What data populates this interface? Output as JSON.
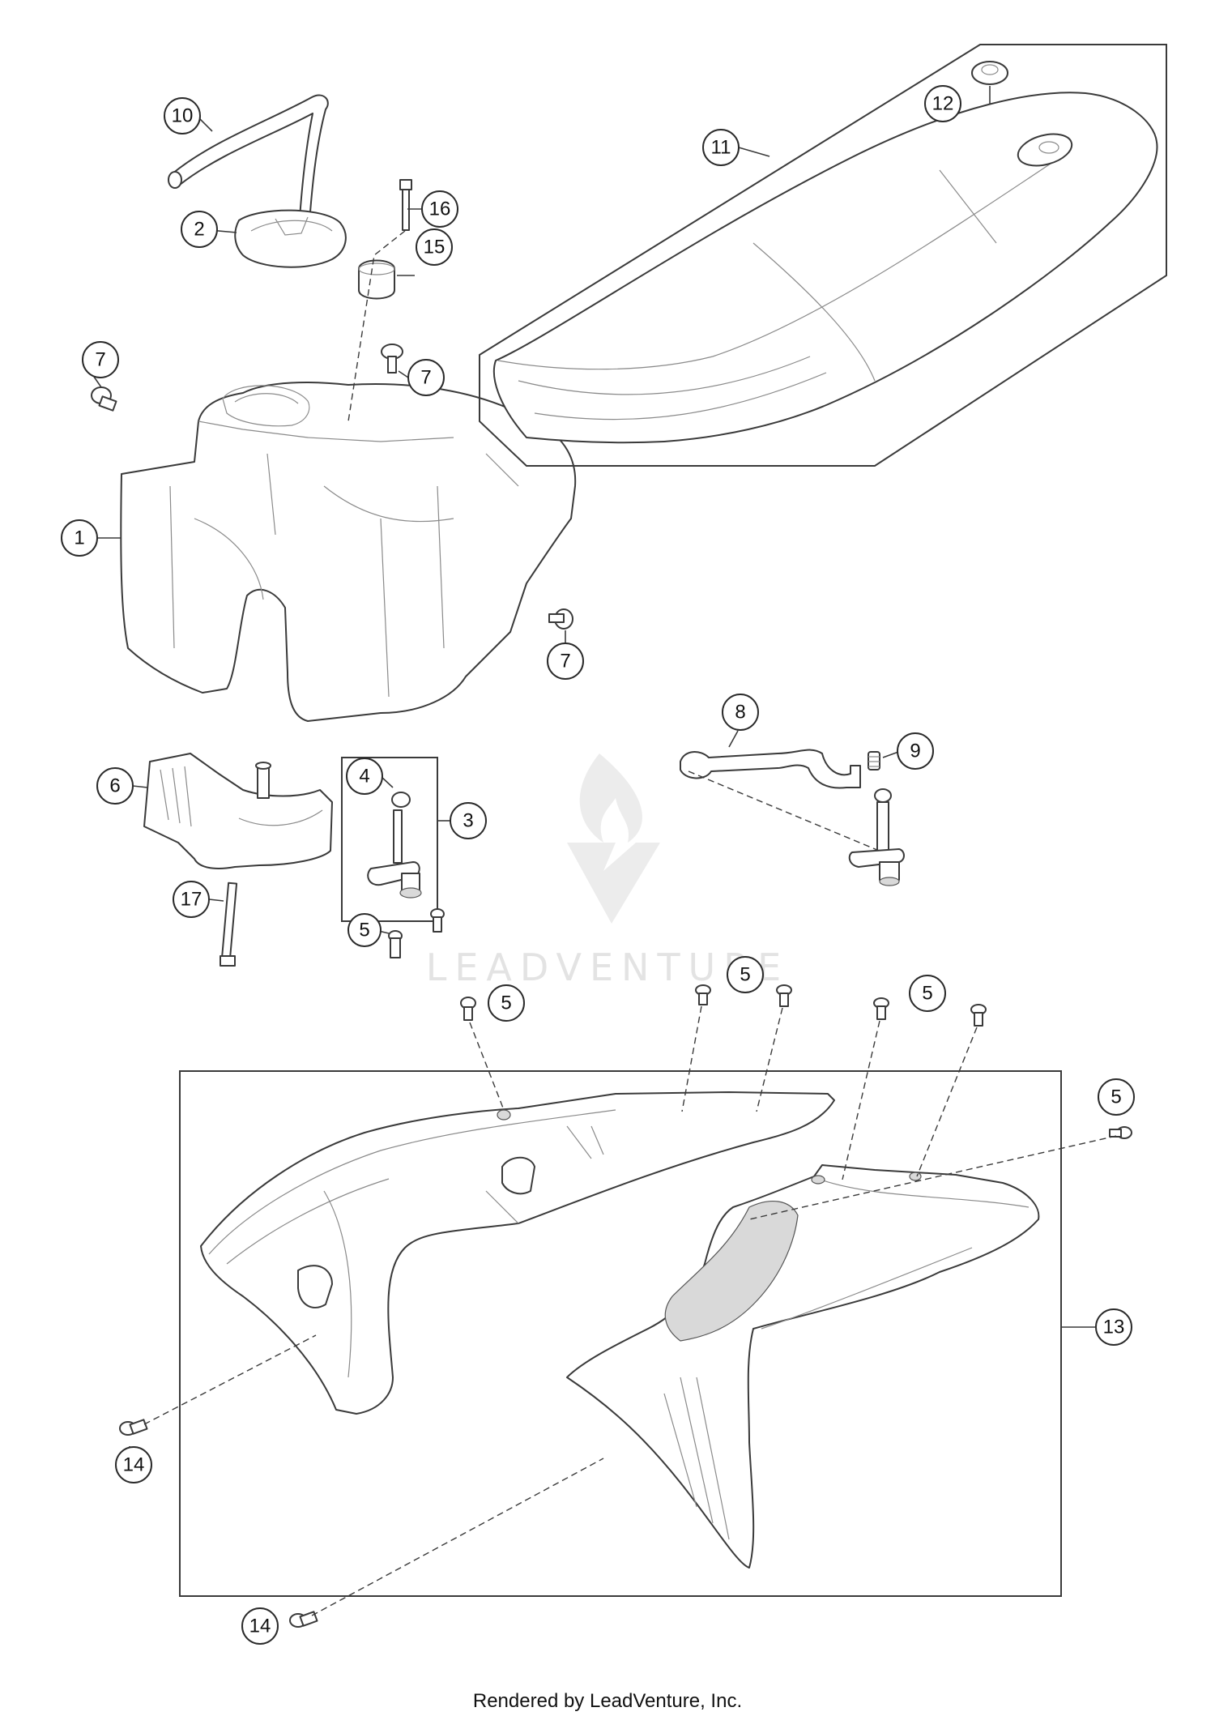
{
  "diagram": {
    "callouts": [
      {
        "id": "c1",
        "label": "1"
      },
      {
        "id": "c2",
        "label": "2"
      },
      {
        "id": "c3",
        "label": "3"
      },
      {
        "id": "c4",
        "label": "4"
      },
      {
        "id": "c5a",
        "label": "5"
      },
      {
        "id": "c5b",
        "label": "5"
      },
      {
        "id": "c5c",
        "label": "5"
      },
      {
        "id": "c5d",
        "label": "5"
      },
      {
        "id": "c5e",
        "label": "5"
      },
      {
        "id": "c6",
        "label": "6"
      },
      {
        "id": "c7a",
        "label": "7"
      },
      {
        "id": "c7b",
        "label": "7"
      },
      {
        "id": "c7c",
        "label": "7"
      },
      {
        "id": "c8",
        "label": "8"
      },
      {
        "id": "c9",
        "label": "9"
      },
      {
        "id": "c10",
        "label": "10"
      },
      {
        "id": "c11",
        "label": "11"
      },
      {
        "id": "c12",
        "label": "12"
      },
      {
        "id": "c13",
        "label": "13"
      },
      {
        "id": "c14a",
        "label": "14"
      },
      {
        "id": "c14b",
        "label": "14"
      },
      {
        "id": "c15",
        "label": "15"
      },
      {
        "id": "c16",
        "label": "16"
      },
      {
        "id": "c17",
        "label": "17"
      }
    ]
  },
  "watermark": {
    "text": "LEADVENTURE"
  },
  "footer": {
    "text": "Rendered by LeadVenture, Inc."
  }
}
